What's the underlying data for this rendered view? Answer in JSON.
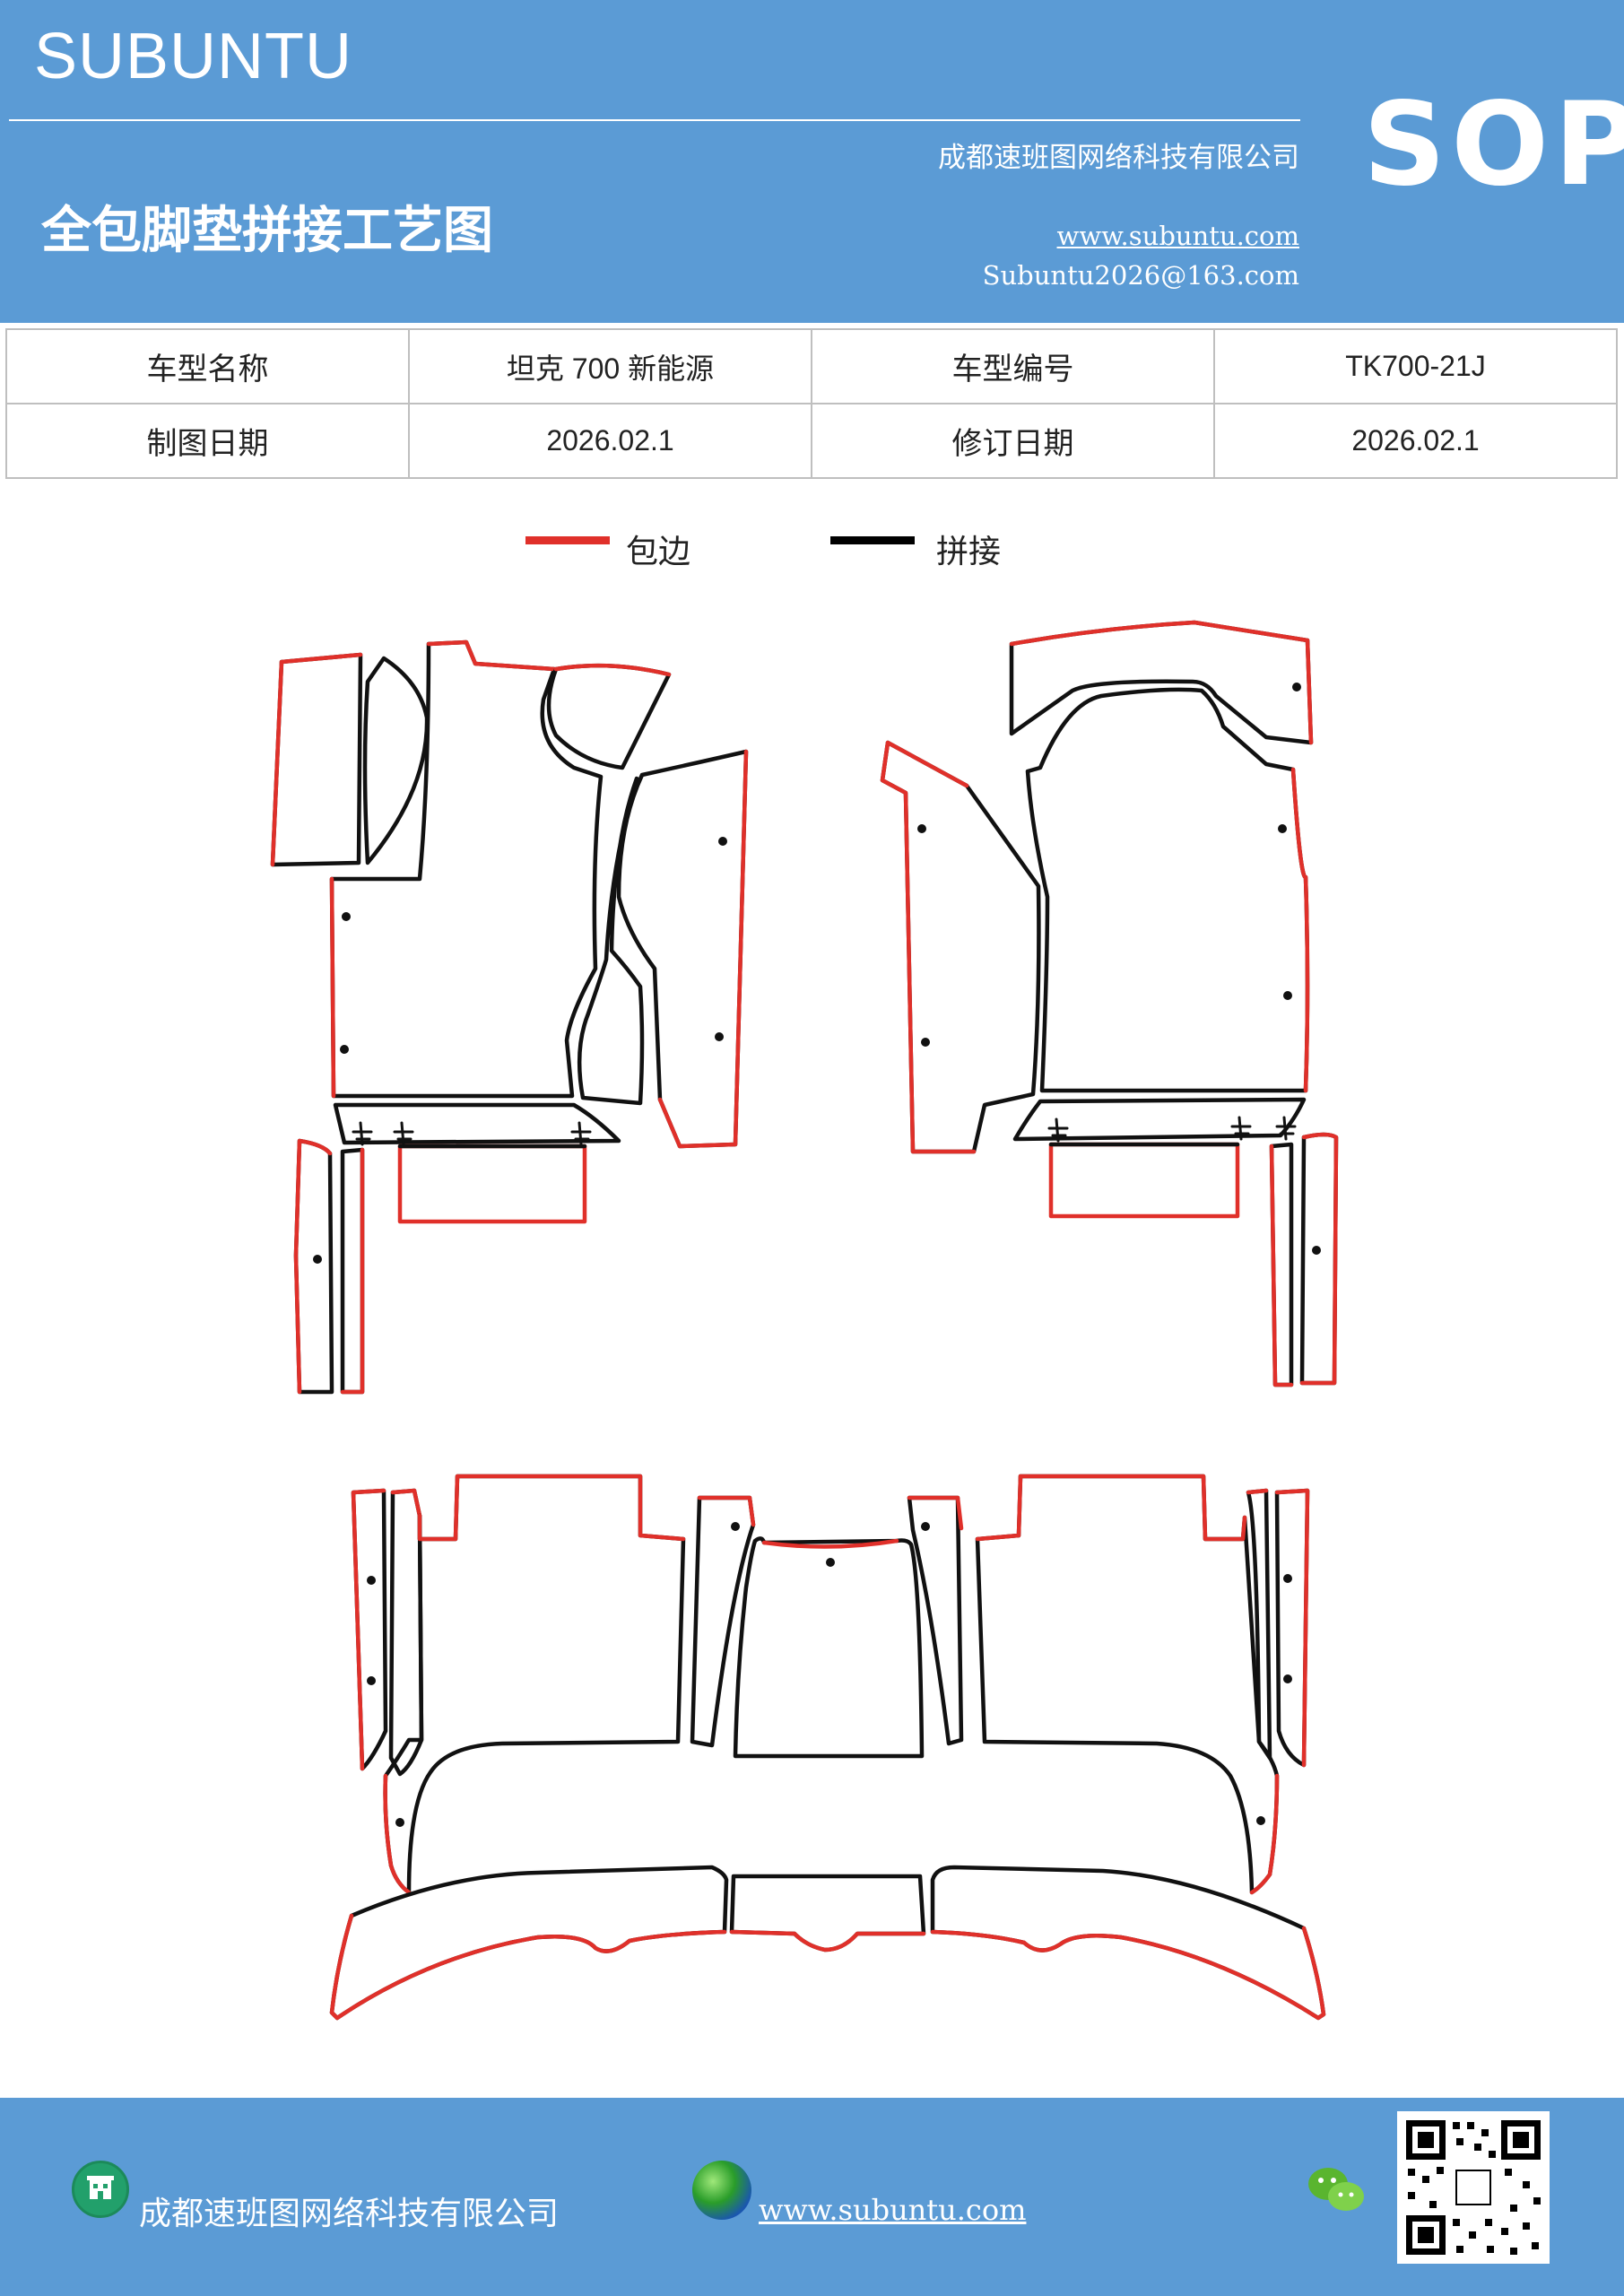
{
  "header": {
    "brand": "SUBUNTU",
    "title": "全包脚垫拼接工艺图",
    "company": "成都速班图网络科技有限公司",
    "website": "www.subuntu.com",
    "email": "Subuntu2026@163.com",
    "badge": "SOP"
  },
  "info_table": {
    "rows": [
      [
        "车型名称",
        "坦克 700 新能源",
        "车型编号",
        "TK700-21J"
      ],
      [
        "制图日期",
        "2026.02.1",
        "修订日期",
        "2026.02.1"
      ]
    ]
  },
  "legend": {
    "items": [
      {
        "label": "包边",
        "color": "#e0302a"
      },
      {
        "label": "拼接",
        "color": "#000000"
      }
    ]
  },
  "colors": {
    "header_bg": "#5b9bd5",
    "edge_red": "#e0302a",
    "seam_black": "#111111"
  },
  "footer": {
    "company": "成都速班图网络科技有限公司",
    "website": "www.subuntu.com",
    "icons": [
      "building-icon",
      "globe-icon",
      "wechat-icon",
      "qr-code-icon"
    ]
  }
}
